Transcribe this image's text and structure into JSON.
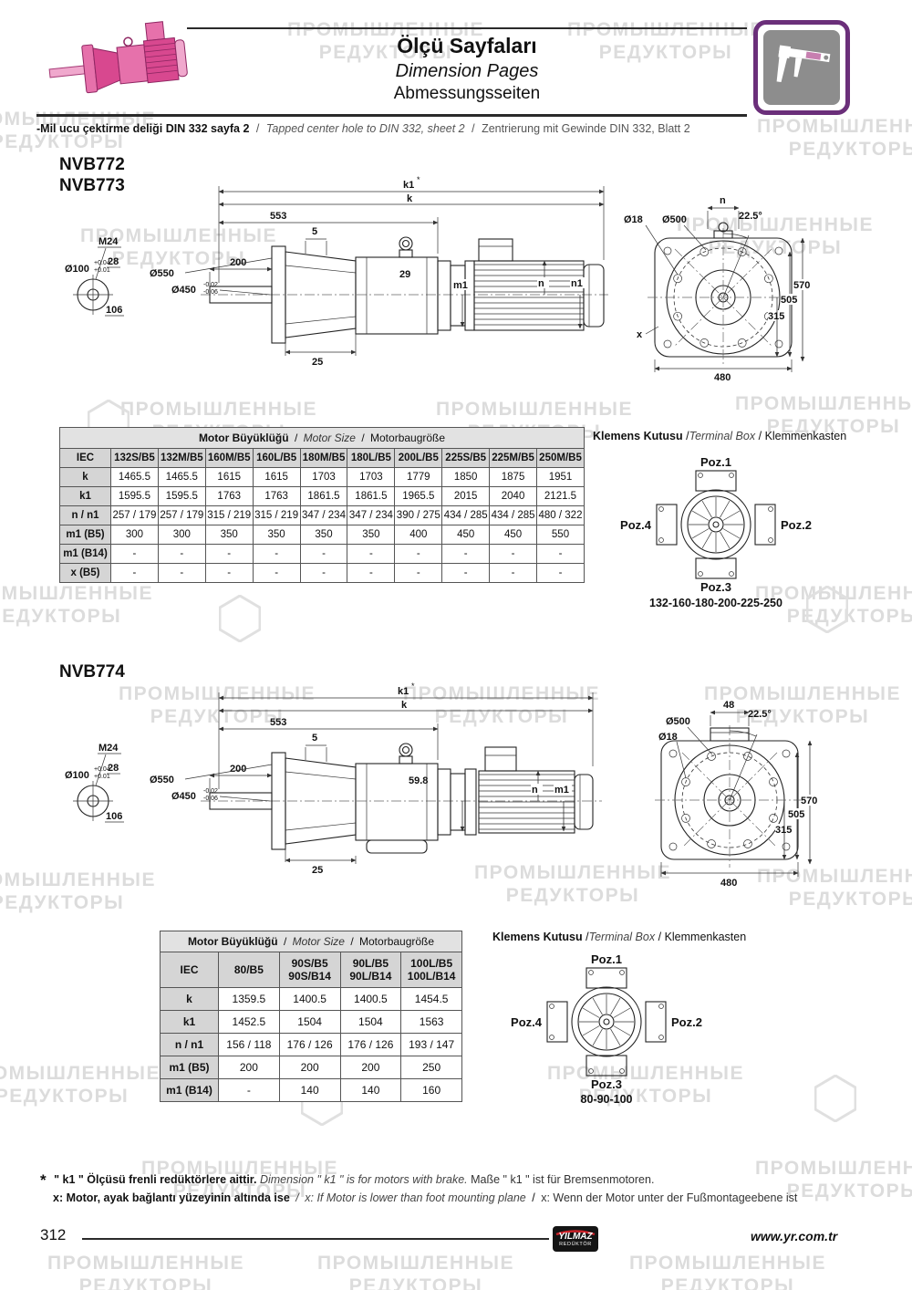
{
  "sep": "/",
  "watermark": {
    "line1": "ПРОМЫШЛЕННЫЕ",
    "line2": "РЕДУКТОРЫ"
  },
  "header": {
    "title_tr": "Ölçü Sayfaları",
    "title_en": "Dimension Pages",
    "title_de": "Abmessungsseiten"
  },
  "note": {
    "tr": "-Mil ucu çektirme deliği DIN 332 sayfa 2",
    "en": "Tapped center hole to DIN 332, sheet 2",
    "de": "Zentrierung mit Gewinde DIN 332, Blatt 2"
  },
  "s1": {
    "model_a": "NVB772",
    "model_b": "NVB773",
    "side": {
      "m24": "M24",
      "d28": "28",
      "d100": "Ø100",
      "tol100a": "+0.04",
      "tol100b": "+0.01",
      "d106": "106",
      "d550": "Ø550",
      "d450": "Ø450",
      "tol450a": "-0.02",
      "tol450b": "-0.06",
      "d200": "200",
      "d553": "553",
      "d5": "5",
      "k1": "k1",
      "k1_star": "*",
      "k": "k",
      "d29": "29",
      "m1": "m1",
      "n": "n",
      "n1": "n1",
      "d25": "25"
    },
    "front": {
      "n": "n",
      "d18": "Ø18",
      "d500": "Ø500",
      "angle": "22.5°",
      "d570": "570",
      "d505": "505",
      "d315": "315",
      "d480": "480",
      "x": "x"
    },
    "table": {
      "title_tr": "Motor Büyüklüğü",
      "title_en": "Motor Size",
      "title_de": "Motorbaugröße",
      "corner": "IEC",
      "columns": [
        "132S/B5",
        "132M/B5",
        "160M/B5",
        "160L/B5",
        "180M/B5",
        "180L/B5",
        "200L/B5",
        "225S/B5",
        "225M/B5",
        "250M/B5"
      ],
      "rows": [
        {
          "label": "k",
          "values": [
            "1465.5",
            "1465.5",
            "1615",
            "1615",
            "1703",
            "1703",
            "1779",
            "1850",
            "1875",
            "1951"
          ]
        },
        {
          "label": "k1",
          "values": [
            "1595.5",
            "1595.5",
            "1763",
            "1763",
            "1861.5",
            "1861.5",
            "1965.5",
            "2015",
            "2040",
            "2121.5"
          ]
        },
        {
          "label": "n / n1",
          "values": [
            "257 / 179",
            "257 / 179",
            "315 / 219",
            "315 / 219",
            "347 / 234",
            "347 / 234",
            "390 / 275",
            "434 / 285",
            "434 / 285",
            "480 / 322"
          ]
        },
        {
          "label": "m1 (B5)",
          "values": [
            "300",
            "300",
            "350",
            "350",
            "350",
            "350",
            "400",
            "450",
            "450",
            "550"
          ]
        },
        {
          "label": "m1 (B14)",
          "values": [
            "-",
            "-",
            "-",
            "-",
            "-",
            "-",
            "-",
            "-",
            "-",
            "-"
          ]
        },
        {
          "label": "x (B5)",
          "values": [
            "-",
            "-",
            "-",
            "-",
            "-",
            "-",
            "-",
            "-",
            "-",
            "-"
          ]
        }
      ]
    },
    "terminal": {
      "title_tr": "Klemens Kutusu",
      "title_en": "Terminal Box",
      "title_de": "Klemmenkasten",
      "poz1": "Poz.1",
      "poz2": "Poz.2",
      "poz3": "Poz.3",
      "poz4": "Poz.4",
      "caption": "132-160-180-200-225-250"
    }
  },
  "s2": {
    "model_a": "NVB774",
    "side": {
      "m24": "M24",
      "d28": "28",
      "d100": "Ø100",
      "tol100a": "+0.04",
      "tol100b": "+0.01",
      "d106": "106",
      "d550": "Ø550",
      "d450": "Ø450",
      "tol450a": "-0.02",
      "tol450b": "-0.06",
      "d200": "200",
      "d553": "553",
      "d5": "5",
      "k1": "k1",
      "k1_star": "*",
      "k": "k",
      "d59_8": "59.8",
      "m1": "m1",
      "n": "n",
      "d25": "25"
    },
    "front": {
      "d48": "48",
      "d18": "Ø18",
      "d500": "Ø500",
      "angle": "22.5°",
      "d570": "570",
      "d505": "505",
      "d315": "315",
      "d480": "480"
    },
    "table": {
      "title_tr": "Motor Büyüklüğü",
      "title_en": "Motor Size",
      "title_de": "Motorbaugröße",
      "corner": "IEC",
      "columns": [
        "80/B5",
        "90S/B5\n90S/B14",
        "90L/B5\n90L/B14",
        "100L/B5\n100L/B14"
      ],
      "rows": [
        {
          "label": "k",
          "values": [
            "1359.5",
            "1400.5",
            "1400.5",
            "1454.5"
          ]
        },
        {
          "label": "k1",
          "values": [
            "1452.5",
            "1504",
            "1504",
            "1563"
          ]
        },
        {
          "label": "n / n1",
          "values": [
            "156 / 118",
            "176 / 126",
            "176 / 126",
            "193 / 147"
          ]
        },
        {
          "label": "m1 (B5)",
          "values": [
            "200",
            "200",
            "200",
            "250"
          ]
        },
        {
          "label": "m1 (B14)",
          "values": [
            "-",
            "140",
            "140",
            "160"
          ]
        }
      ]
    },
    "terminal": {
      "title_tr": "Klemens Kutusu",
      "title_en": "Terminal Box",
      "title_de": "Klemmenkasten",
      "poz1": "Poz.1",
      "poz2": "Poz.2",
      "poz3": "Poz.3",
      "poz4": "Poz.4",
      "caption": "80-90-100"
    }
  },
  "footnotes": {
    "star": "*",
    "l1_tr": "\" k1 \" Ölçüsü frenli redüktörlere aittir.",
    "l1_en": "Dimension \" k1 \" is for motors with brake.",
    "l1_de": "Maße \" k1 \" ist für Bremsenmotoren.",
    "l2_tr": "x: Motor, ayak bağlantı yüzeyinin altında ise",
    "l2_en": "x: If Motor is lower than foot mounting plane",
    "l2_de": "x: Wenn der Motor unter der Fußmontageebene ist"
  },
  "footer": {
    "page": "312",
    "logo_top": "YILMAZ",
    "logo_bottom": "REDÜKTÖR",
    "url": "www.yr.com.tr"
  }
}
